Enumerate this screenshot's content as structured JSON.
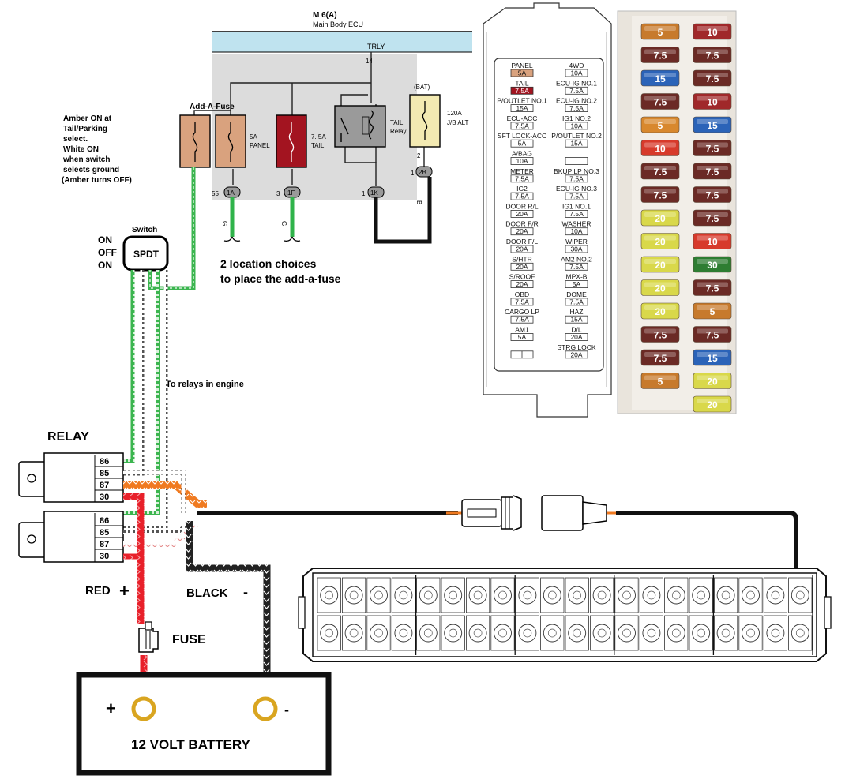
{
  "ecu": {
    "code": "M 6(A)",
    "name": "Main Body ECU",
    "trly": "TRLY",
    "pin14": "14"
  },
  "notes": {
    "add_a_fuse": "Add-A-Fuse",
    "amber_lines": [
      "Amber ON at",
      "Tail/Parking",
      "select.",
      "White ON",
      "when switch",
      "selects ground",
      "(Amber turns OFF)"
    ],
    "location_lines": [
      "2 location choices",
      "to place the add-a-fuse"
    ],
    "to_relays": "To relays in engine"
  },
  "fuses": {
    "panel": [
      "5A",
      "PANEL"
    ],
    "tail": [
      "7. 5A",
      "TAIL"
    ],
    "tail_relay": [
      "TAIL",
      "Relay"
    ],
    "bat": "(BAT)",
    "jb_alt": [
      "120A",
      "J/B ALT"
    ],
    "pin2": "2"
  },
  "connectors": {
    "c1a": {
      "num": "55",
      "label": "1A"
    },
    "c1f": {
      "num": "3",
      "label": "1F"
    },
    "c1k": {
      "num": "1",
      "label": "1K"
    },
    "c2b": {
      "num": "1",
      "label": "2B"
    },
    "wire_g": "G",
    "wire_b": "B"
  },
  "switch": {
    "title": "Switch",
    "label": "SPDT",
    "positions": [
      "ON",
      "OFF",
      "ON"
    ]
  },
  "relay": {
    "title": "RELAY",
    "pins": [
      "86",
      "85",
      "87",
      "30"
    ]
  },
  "labels": {
    "red": "RED",
    "black": "BLACK",
    "fuse": "FUSE",
    "plus": "+",
    "minus": "-"
  },
  "battery": {
    "label": "12 VOLT BATTERY"
  },
  "fusebox": {
    "rows": [
      [
        "PANEL",
        "5A",
        "4WD",
        "10A"
      ],
      [
        "TAIL",
        "7.5A",
        "ECU-IG NO.1",
        "7.5A"
      ],
      [
        "P/OUTLET NO.1",
        "15A",
        "ECU-IG NO.2",
        "7.5A"
      ],
      [
        "ECU-ACC",
        "7.5A",
        "IG1 NO.2",
        "10A"
      ],
      [
        "SFT LOCK-ACC",
        "5A",
        "P/OUTLET NO.2",
        "15A"
      ],
      [
        "A/BAG",
        "10A",
        "",
        ""
      ],
      [
        "METER",
        "7.5A",
        "BKUP LP NO.3",
        "7.5A"
      ],
      [
        "IG2",
        "7.5A",
        "ECU-IG NO.3",
        "7.5A"
      ],
      [
        "DOOR R/L",
        "20A",
        "IG1 NO.1",
        "7.5A"
      ],
      [
        "DOOR F/R",
        "20A",
        "WASHER",
        "10A"
      ],
      [
        "DOOR F/L",
        "20A",
        "WIPER",
        "30A"
      ],
      [
        "S/HTR",
        "20A",
        "AM2 NO.2",
        "7.5A"
      ],
      [
        "S/ROOF",
        "20A",
        "MPX-B",
        "5A"
      ],
      [
        "OBD",
        "7.5A",
        "DOME",
        "7.5A"
      ],
      [
        "CARGO LP",
        "7.5A",
        "HAZ",
        "15A"
      ],
      [
        "AM1",
        "5A",
        "D/L",
        "20A"
      ],
      [
        "",
        "",
        "STRG LOCK",
        "20A"
      ]
    ]
  },
  "photo_fuses": {
    "left": [
      {
        "v": "5",
        "c": "#c77a2c"
      },
      {
        "v": "7.5",
        "c": "#6b2a25"
      },
      {
        "v": "15",
        "c": "#2b63b8"
      },
      {
        "v": "7.5",
        "c": "#6b2a25"
      },
      {
        "v": "5",
        "c": "#d8882e"
      },
      {
        "v": "10",
        "c": "#d73a2b"
      },
      {
        "v": "7.5",
        "c": "#6b2a25"
      },
      {
        "v": "7.5",
        "c": "#6b2a25"
      },
      {
        "v": "20",
        "c": "#d9d84a"
      },
      {
        "v": "20",
        "c": "#d9d84a"
      },
      {
        "v": "20",
        "c": "#d9d84a"
      },
      {
        "v": "20",
        "c": "#d9d84a"
      },
      {
        "v": "20",
        "c": "#d9d84a"
      },
      {
        "v": "7.5",
        "c": "#6b2a25"
      },
      {
        "v": "7.5",
        "c": "#6b2a25"
      },
      {
        "v": "5",
        "c": "#c77a2c"
      }
    ],
    "right": [
      {
        "v": "10",
        "c": "#a0282a"
      },
      {
        "v": "7.5",
        "c": "#6b2a25"
      },
      {
        "v": "7.5",
        "c": "#6b2a25"
      },
      {
        "v": "10",
        "c": "#a0282a"
      },
      {
        "v": "15",
        "c": "#2b63b8"
      },
      {
        "v": "7.5",
        "c": "#6b2a25"
      },
      {
        "v": "7.5",
        "c": "#6b2a25"
      },
      {
        "v": "7.5",
        "c": "#6b2a25"
      },
      {
        "v": "7.5",
        "c": "#6b2a25"
      },
      {
        "v": "10",
        "c": "#d73a2b"
      },
      {
        "v": "30",
        "c": "#2e7d32"
      },
      {
        "v": "7.5",
        "c": "#6b2a25"
      },
      {
        "v": "5",
        "c": "#c77a2c"
      },
      {
        "v": "7.5",
        "c": "#6b2a25"
      },
      {
        "v": "15",
        "c": "#2b63b8"
      },
      {
        "v": "20",
        "c": "#d9d84a"
      },
      {
        "v": "20",
        "c": "#d9d84a"
      }
    ]
  },
  "colors": {
    "wire_green": "#2fb34a",
    "wire_red": "#e8202a",
    "wire_orange": "#f07a20",
    "fuse_tan": "#d9a27e",
    "fuse_red": "#a31420",
    "fuse_yellow": "#f3eab2",
    "ecu_gray": "#dcdcdc",
    "ecu_bar": "#bfe3ef"
  }
}
